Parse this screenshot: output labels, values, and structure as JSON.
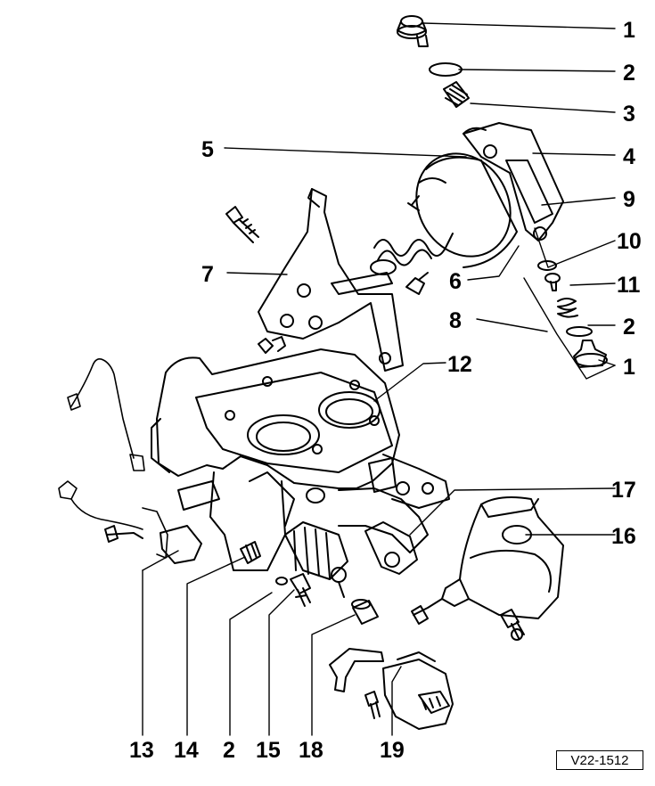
{
  "figure": {
    "reference_code": "V22-1512",
    "callouts": [
      {
        "id": "c1a",
        "text": "1"
      },
      {
        "id": "c2a",
        "text": "2"
      },
      {
        "id": "c3",
        "text": "3"
      },
      {
        "id": "c4",
        "text": "4"
      },
      {
        "id": "c5",
        "text": "5"
      },
      {
        "id": "c9",
        "text": "9"
      },
      {
        "id": "c10",
        "text": "10"
      },
      {
        "id": "c7",
        "text": "7"
      },
      {
        "id": "c6",
        "text": "6"
      },
      {
        "id": "c11",
        "text": "11"
      },
      {
        "id": "c8",
        "text": "8"
      },
      {
        "id": "c2b",
        "text": "2"
      },
      {
        "id": "c1b",
        "text": "1"
      },
      {
        "id": "c12",
        "text": "12"
      },
      {
        "id": "c17",
        "text": "17"
      },
      {
        "id": "c16",
        "text": "16"
      },
      {
        "id": "c13",
        "text": "13"
      },
      {
        "id": "c14",
        "text": "14"
      },
      {
        "id": "c2c",
        "text": "2"
      },
      {
        "id": "c15",
        "text": "15"
      },
      {
        "id": "c18",
        "text": "18"
      },
      {
        "id": "c19",
        "text": "19"
      }
    ]
  }
}
